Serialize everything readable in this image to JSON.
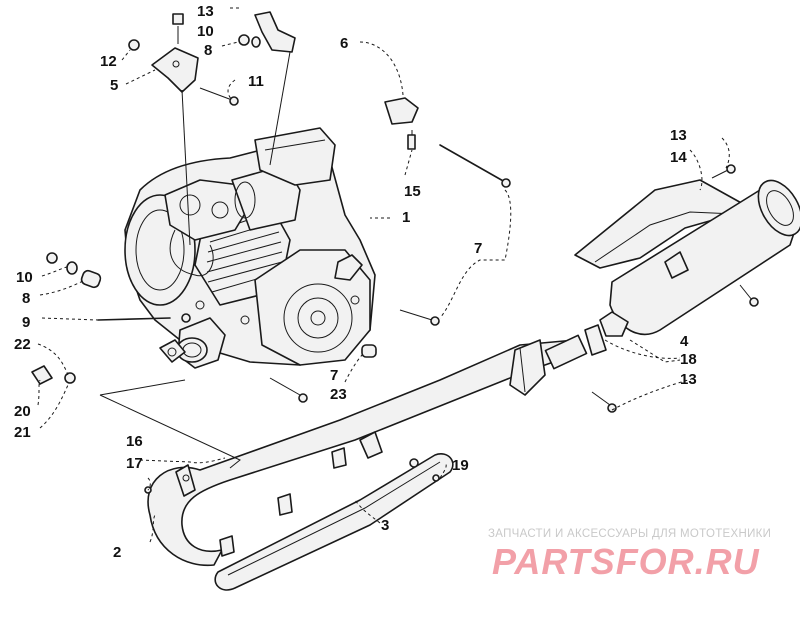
{
  "callouts": {
    "c1": "1",
    "c2": "2",
    "c3": "3",
    "c4": "4",
    "c5": "5",
    "c6": "6",
    "c7a": "7",
    "c7b": "7",
    "c8a": "8",
    "c8b": "8",
    "c9": "9",
    "c10a": "10",
    "c10b": "10",
    "c11": "11",
    "c12": "12",
    "c13a": "13",
    "c13b": "13",
    "c13c": "13",
    "c14": "14",
    "c15": "15",
    "c16": "16",
    "c17": "17",
    "c18": "18",
    "c19": "19",
    "c20": "20",
    "c21": "21",
    "c22": "22",
    "c23": "23"
  },
  "watermark": {
    "tagline": "ЗАПЧАСТИ И АКСЕССУАРЫ ДЛЯ МОТОТЕХНИКИ",
    "logo": "PARTSFOR.RU",
    "color": "#f2a0a8"
  }
}
